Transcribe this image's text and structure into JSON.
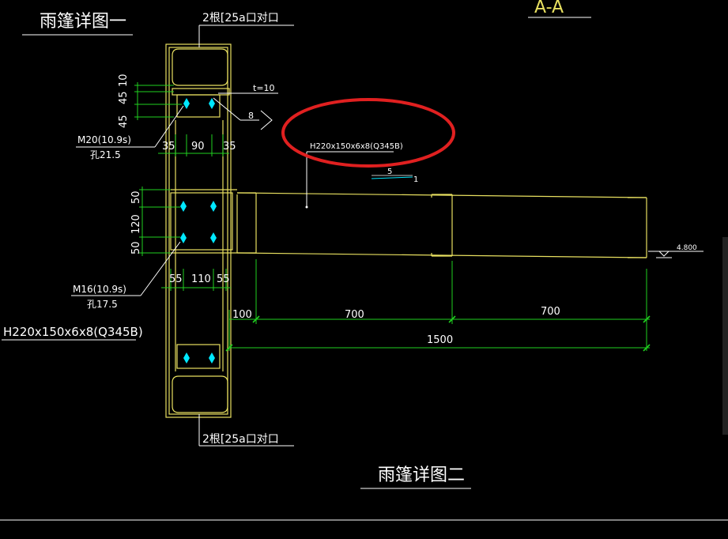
{
  "labels": {
    "title_top_left": "雨篷详图一",
    "title_bottom": "雨篷详图二",
    "section_label": "A-A",
    "channel_top": "2根[25a口对口",
    "channel_bottom": "2根[25a口对口",
    "plate_thickness": "t=10",
    "weld_size": "8",
    "bolt_top_spec": "M20(10.9s)",
    "bolt_top_hole": "孔21.5",
    "bolt_bottom_spec": "M16(10.9s)",
    "bolt_bottom_hole": "孔17.5",
    "beam_spec_small": "H220x150x6x8(Q345B)",
    "beam_spec_large": "H220x150x6x8(Q345B)",
    "slope_value": "5",
    "slope_unit": "1",
    "elevation": "4.800"
  },
  "dimensions": {
    "v_top_10": "10",
    "v_top_45a": "45",
    "v_top_45b": "45",
    "h_top_35a": "35",
    "h_top_90": "90",
    "h_top_35b": "35",
    "v_mid_50a": "50",
    "v_mid_120": "120",
    "v_mid_50b": "50",
    "h_mid_55a": "55",
    "h_mid_110": "110",
    "h_mid_55b": "55",
    "h_100": "100",
    "h_700a": "700",
    "h_700b": "700",
    "h_1500": "1500"
  },
  "colors": {
    "background": "#000000",
    "member": "#e8e060",
    "dimension": "#20d020",
    "annotation": "#ffffff",
    "bolt": "#00e8ff",
    "highlight_ellipse": "#e02020"
  }
}
